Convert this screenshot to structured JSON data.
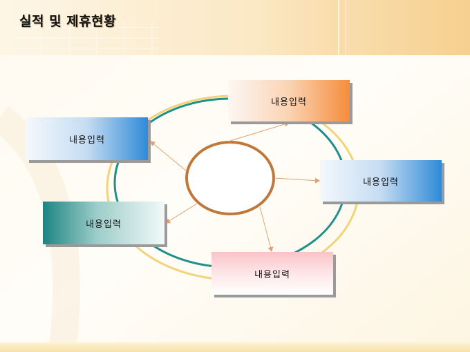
{
  "title": "실적 및 제휴현황",
  "nodes": [
    {
      "id": "top",
      "label": "내용입력"
    },
    {
      "id": "left-upper",
      "label": "내용입력"
    },
    {
      "id": "right",
      "label": "내용입력"
    },
    {
      "id": "left-lower",
      "label": "내용입력"
    },
    {
      "id": "bottom",
      "label": "내용입력"
    }
  ],
  "colors": {
    "orbit_teal": "#1f8f8a",
    "orbit_yellow": "#f0c85a",
    "center_ring": "#c0783a",
    "arrow": "#e0a070"
  }
}
